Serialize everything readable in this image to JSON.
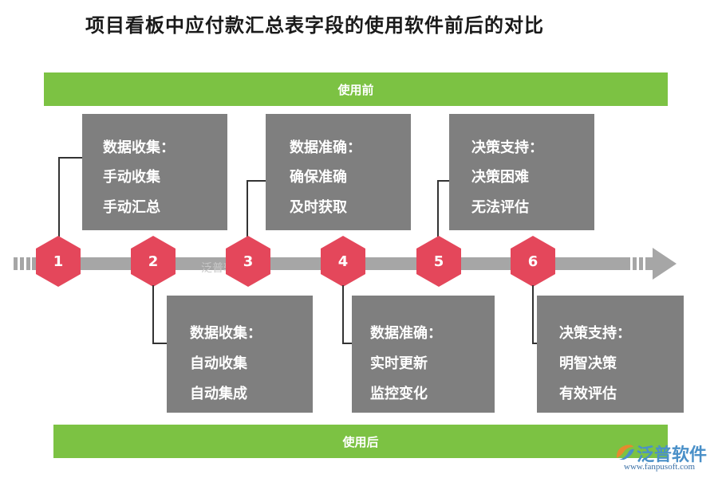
{
  "title": "项目看板中应付款汇总表字段的使用软件前后的对比",
  "bands": {
    "before": "使用前",
    "after": "使用后"
  },
  "steps": [
    "1",
    "2",
    "3",
    "4",
    "5",
    "6"
  ],
  "cards_before": [
    {
      "heading": "数据收集：",
      "line1": "手动收集",
      "line2": "手动汇总"
    },
    {
      "heading": "数据准确：",
      "line1": "确保准确",
      "line2": "及时获取"
    },
    {
      "heading": "决策支持：",
      "line1": "决策困难",
      "line2": "无法评估"
    }
  ],
  "cards_after": [
    {
      "heading": "数据收集：",
      "line1": "自动收集",
      "line2": "自动集成"
    },
    {
      "heading": "数据准确：",
      "line1": "实时更新",
      "line2": "监控变化"
    },
    {
      "heading": "决策支持：",
      "line1": "明智决策",
      "line2": "有效评估"
    }
  ],
  "watermark": {
    "brand": "泛普软件",
    "url": "www.fanpusoft.com"
  },
  "colors": {
    "band": "#7cc243",
    "hex": "#e4475b",
    "card": "#7f7f7f",
    "axis": "#a6a6a6"
  }
}
